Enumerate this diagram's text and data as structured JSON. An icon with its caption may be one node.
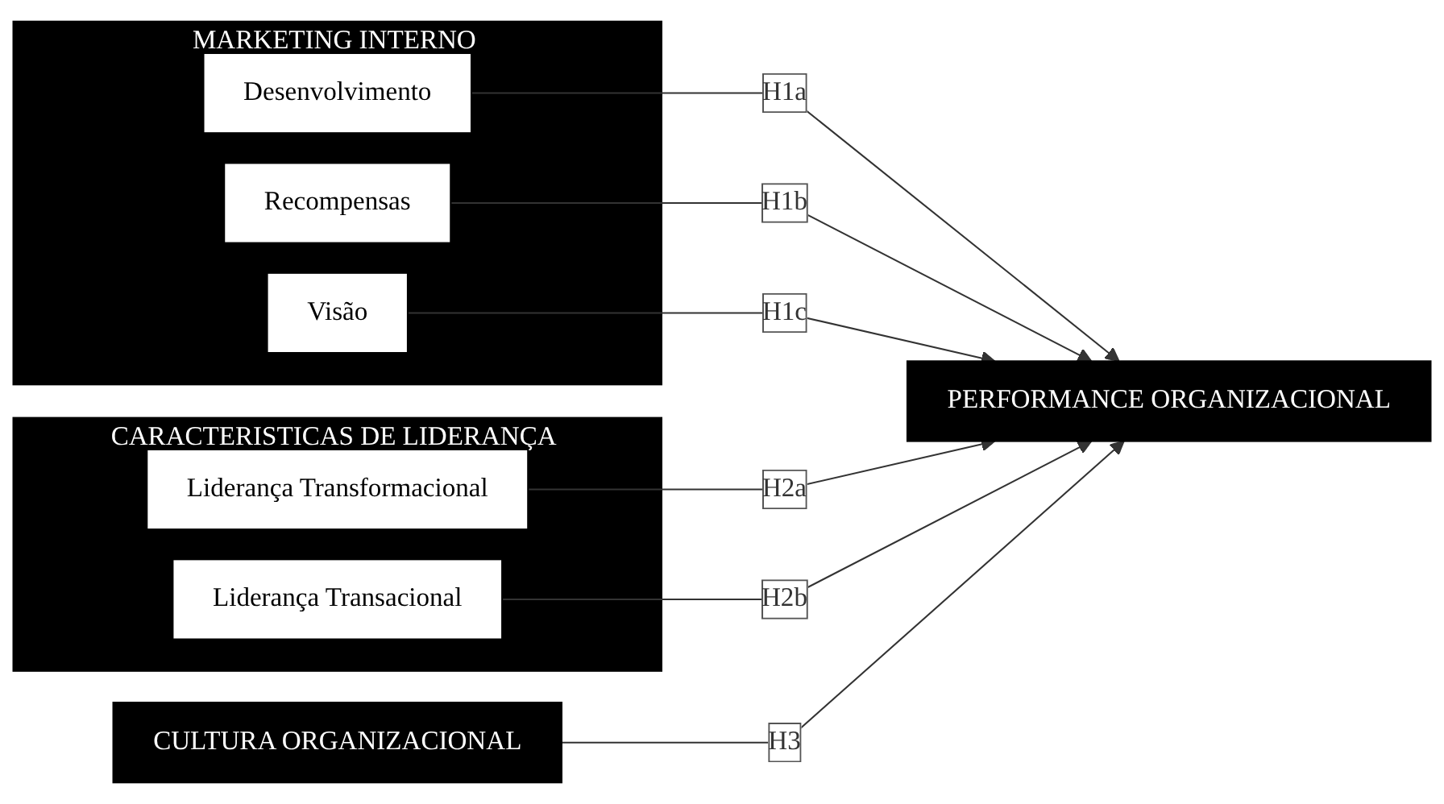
{
  "diagram": {
    "nodes": [
      {
        "text": [
          "MARKETING INTERNO"
        ]
      },
      {
        "text": [
          "Desenvolvimento"
        ],
        "in": 0
      },
      {
        "text": [
          "Recompensas"
        ],
        "in": 0
      },
      {
        "text": [
          "Visão"
        ],
        "in": 0
      },
      {
        "text": [
          "CARACTERISTICAS DE LIDERANÇA"
        ]
      },
      {
        "text": [
          "Liderança Transformacional"
        ],
        "in": 4
      },
      {
        "text": [
          "Liderança Transacional"
        ],
        "in": 4
      },
      {
        "text": [
          "CULTURA ORGANIZACIONAL"
        ]
      },
      {
        "text": [
          "PERFORMANCE ORGANIZACIONAL"
        ]
      }
    ],
    "edges": [
      {
        "from": 1,
        "to": 8,
        "arrow": "to",
        "label": "H1a"
      },
      {
        "from": 2,
        "to": 8,
        "arrow": "to",
        "label": "H1b"
      },
      {
        "from": 3,
        "to": 8,
        "arrow": "to",
        "label": "H1c"
      },
      {
        "from": 5,
        "to": 8,
        "arrow": "to",
        "label": "H2a"
      },
      {
        "from": 6,
        "to": 8,
        "arrow": "to",
        "label": "H2b"
      },
      {
        "from": 7,
        "to": 8,
        "arrow": "to",
        "label": "H3"
      }
    ]
  }
}
